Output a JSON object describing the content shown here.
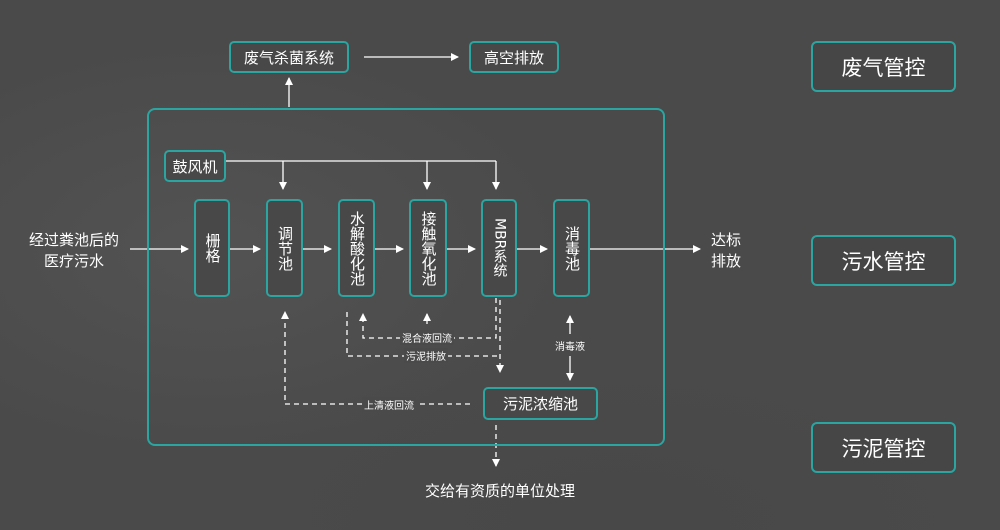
{
  "categories": {
    "gas": "废气管控",
    "water": "污水管控",
    "sludge": "污泥管控"
  },
  "gas_process": {
    "disinfection": "废气杀菌系统",
    "high_discharge": "高空排放"
  },
  "blower": "鼓风机",
  "inlet": {
    "line1": "经过粪池后的",
    "line2": "医疗污水"
  },
  "outlet": {
    "line1": "达标",
    "line2": "排放"
  },
  "units": {
    "grille": "栅格",
    "adjust": "调节池",
    "hydrolysis": "水解酸化池",
    "contact": "接触氧化池",
    "mbr": "MBR系统",
    "disinfect": "消毒池",
    "sludge_tank": "污泥浓缩池"
  },
  "flows": {
    "mixed_return": "混合液回流",
    "sludge_discharge": "污泥排放",
    "disinfectant": "消毒液",
    "supernatant_return": "上清液回流"
  },
  "final_disposal": "交给有资质的单位处理",
  "colors": {
    "accent": "#2aa5a1",
    "background": "#4a4a4a"
  }
}
